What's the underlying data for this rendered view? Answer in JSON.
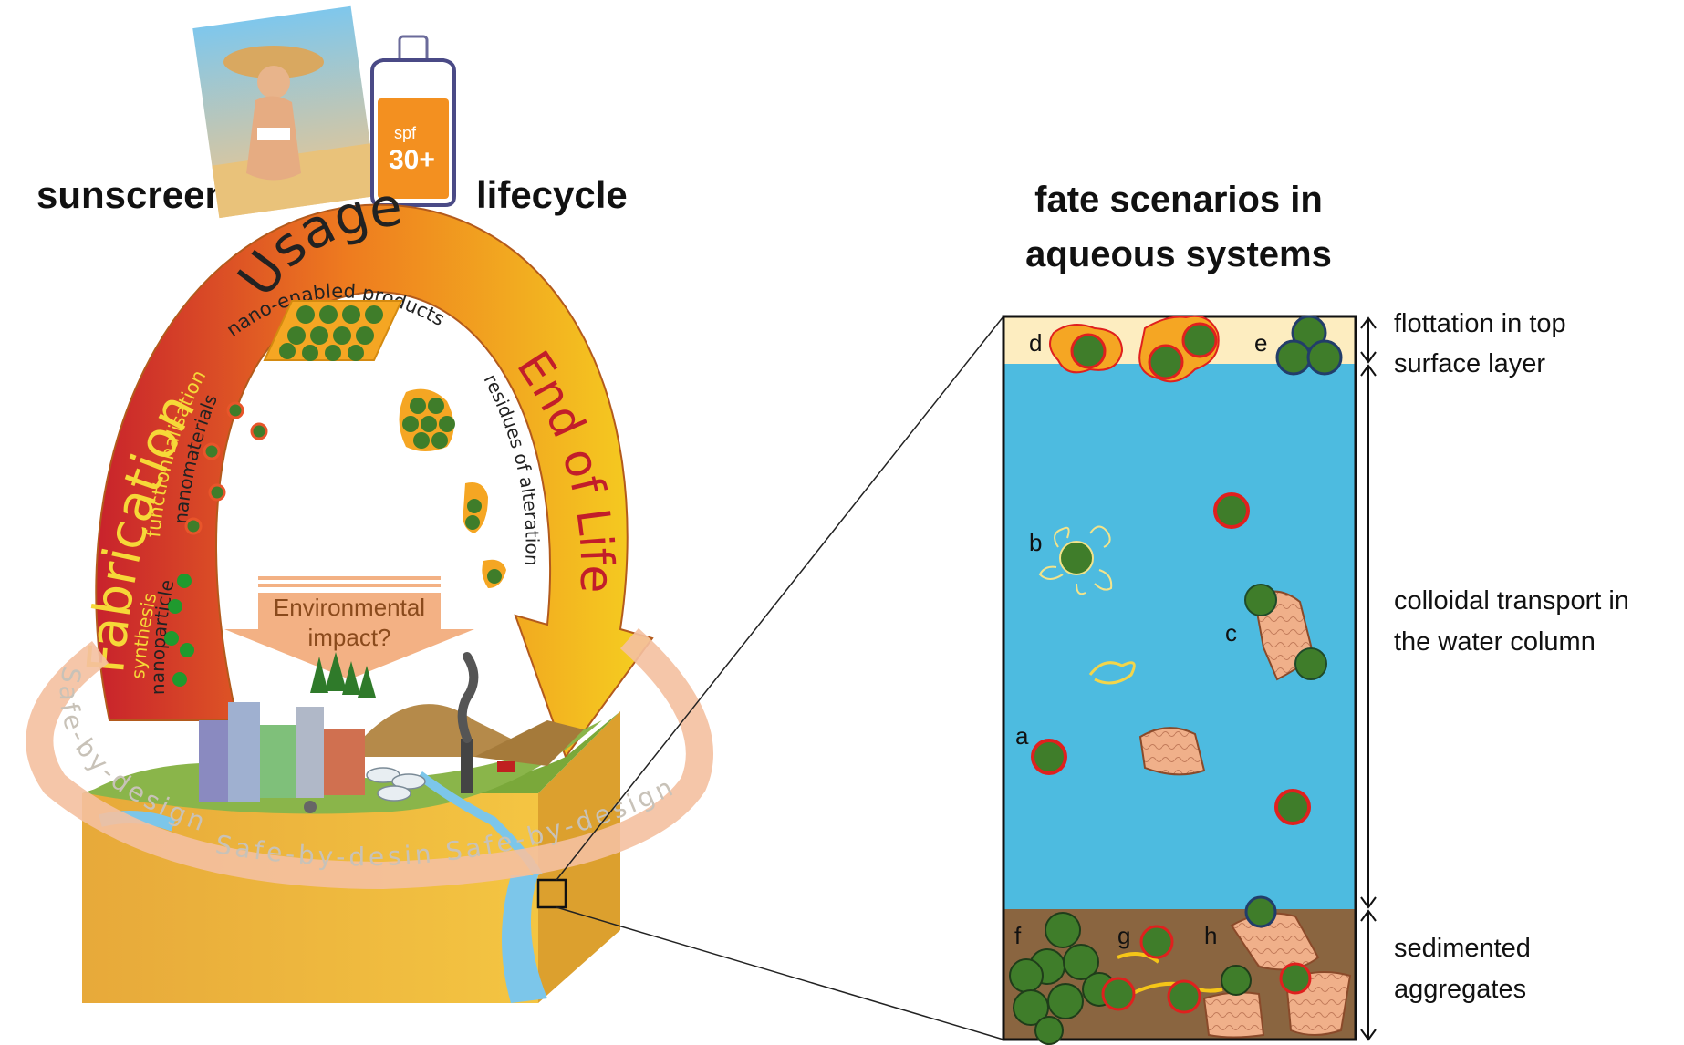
{
  "headings": {
    "left_a": "sunscreen",
    "left_b": "lifecycle",
    "right_1": "fate scenarios in",
    "right_2": "aqueous systems"
  },
  "lifecycle": {
    "usage": "Usage",
    "fabrication": "Fabrication",
    "end_of_life": "End of Life",
    "nano_products": "nano-enabled products",
    "residues": "residues of alteration",
    "functionnalisation": "functionnalisation",
    "nanomaterials": "nanomaterials",
    "synthesis": "synthesis",
    "nanoparticles": "nanoparticles",
    "impact_1": "Environmental",
    "impact_2": "impact?",
    "bottle_1": "spf",
    "bottle_2": "30+",
    "safe_ring_left": "Safe-by-design",
    "safe_ring_front": "Safe-by-desin  Safe-by-design"
  },
  "scenarios": {
    "labels": [
      "a",
      "b",
      "c",
      "d",
      "e",
      "f",
      "g",
      "h"
    ],
    "top_layer": [
      "flottation in top",
      "surface layer"
    ],
    "water_column": [
      "colloidal transport in",
      "the water column"
    ],
    "sediment": [
      "sedimented",
      "aggregates"
    ]
  },
  "colors": {
    "water": "#4dbbe0",
    "surface_layer": "#fdedc0",
    "sediment": "#8a6540",
    "particle_core": "#3f7d2a",
    "corona": "#e0201e",
    "coating": "#f5a623",
    "arc_red": "#c8222c",
    "arc_yellow": "#f5c518"
  }
}
